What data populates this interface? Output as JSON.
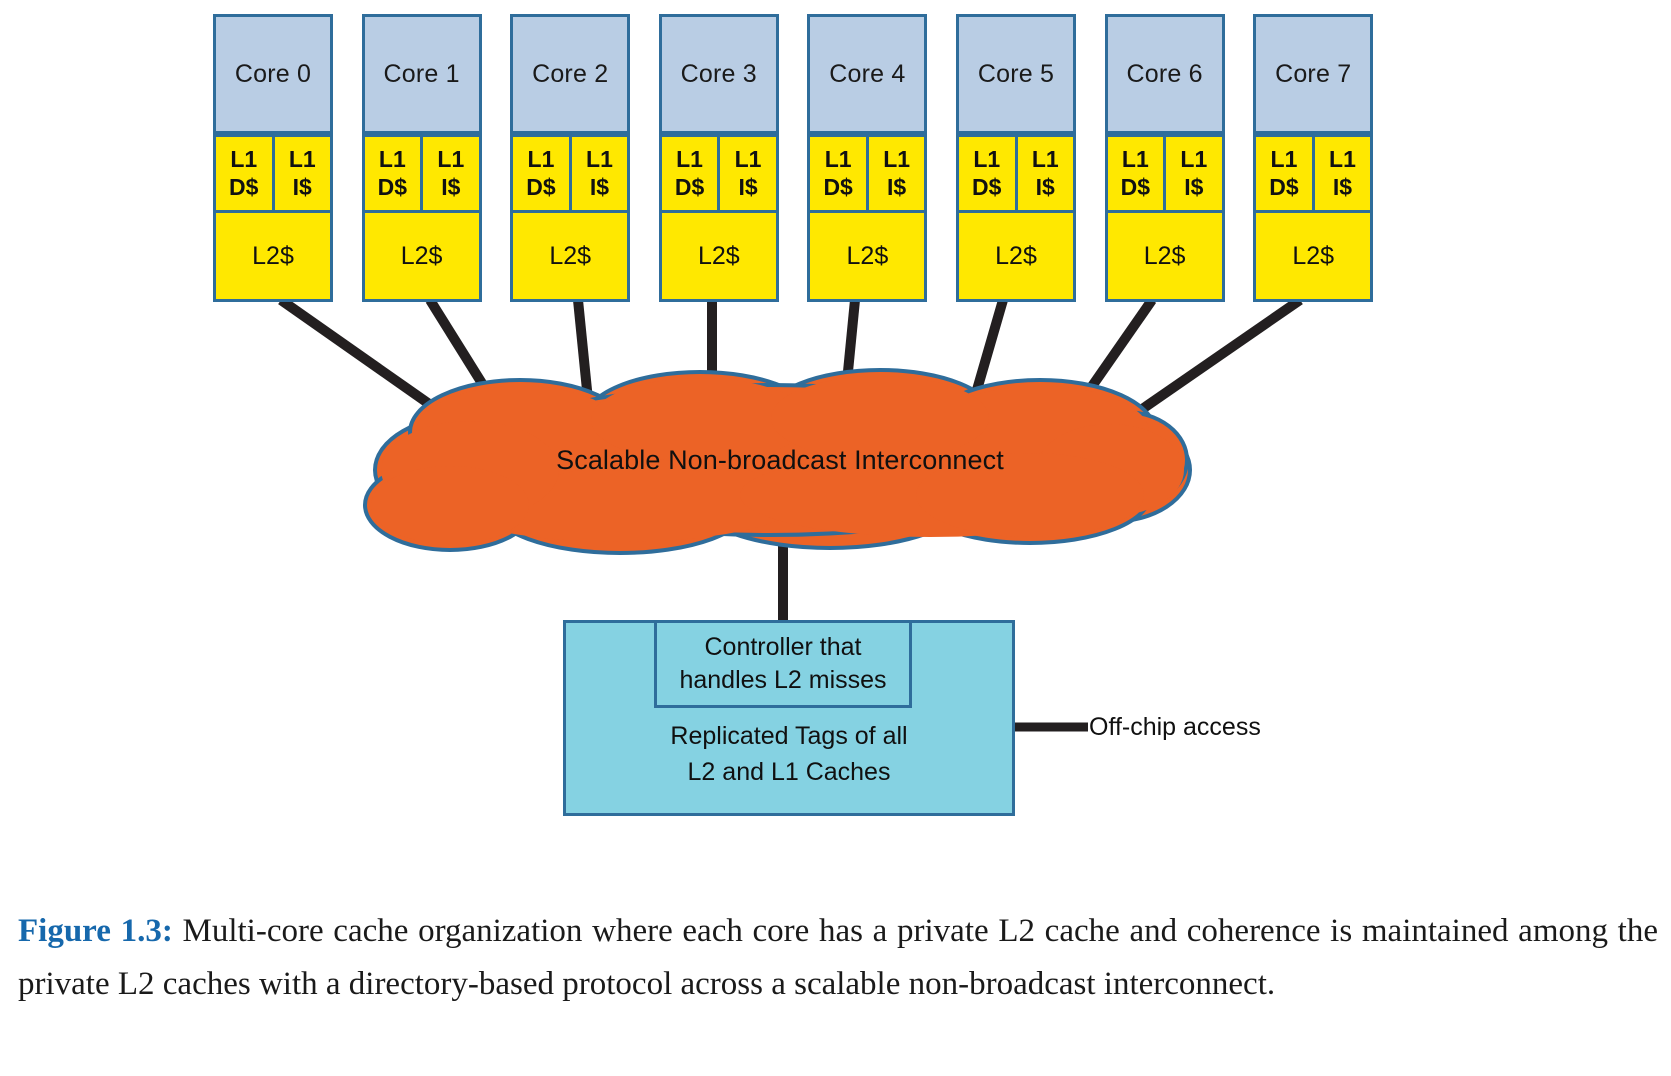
{
  "figure": {
    "number_label": "Figure 1.3:",
    "caption_text": "Multi-core cache organization where each core has a private L2 cache and coherence is maintained among the private L2 caches with a directory-based protocol across a scalable non-broadcast interconnect."
  },
  "colors": {
    "core_fill": "#b9cde4",
    "cache_fill": "#ffe800",
    "interconnect_fill": "#ec6326",
    "controller_fill": "#85d2e2",
    "outline": "#2f6d9b",
    "link": "#231f20",
    "caption_accent": "#1668ac"
  },
  "cores": [
    {
      "label": "Core 0",
      "l1_data": {
        "line1": "L1",
        "line2": "D$"
      },
      "l1_instr": {
        "line1": "L1",
        "line2": "I$"
      },
      "l2": "L2$"
    },
    {
      "label": "Core 1",
      "l1_data": {
        "line1": "L1",
        "line2": "D$"
      },
      "l1_instr": {
        "line1": "L1",
        "line2": "I$"
      },
      "l2": "L2$"
    },
    {
      "label": "Core 2",
      "l1_data": {
        "line1": "L1",
        "line2": "D$"
      },
      "l1_instr": {
        "line1": "L1",
        "line2": "I$"
      },
      "l2": "L2$"
    },
    {
      "label": "Core 3",
      "l1_data": {
        "line1": "L1",
        "line2": "D$"
      },
      "l1_instr": {
        "line1": "L1",
        "line2": "I$"
      },
      "l2": "L2$"
    },
    {
      "label": "Core 4",
      "l1_data": {
        "line1": "L1",
        "line2": "D$"
      },
      "l1_instr": {
        "line1": "L1",
        "line2": "I$"
      },
      "l2": "L2$"
    },
    {
      "label": "Core 5",
      "l1_data": {
        "line1": "L1",
        "line2": "D$"
      },
      "l1_instr": {
        "line1": "L1",
        "line2": "I$"
      },
      "l2": "L2$"
    },
    {
      "label": "Core 6",
      "l1_data": {
        "line1": "L1",
        "line2": "D$"
      },
      "l1_instr": {
        "line1": "L1",
        "line2": "I$"
      },
      "l2": "L2$"
    },
    {
      "label": "Core 7",
      "l1_data": {
        "line1": "L1",
        "line2": "D$"
      },
      "l1_instr": {
        "line1": "L1",
        "line2": "I$"
      },
      "l2": "L2$"
    }
  ],
  "interconnect": {
    "label": "Scalable Non-broadcast Interconnect",
    "shape": "cloud-icon"
  },
  "controller": {
    "inner_line1": "Controller that",
    "inner_line2": "handles L2 misses",
    "outer_line1": "Replicated Tags of all",
    "outer_line2": "L2 and L1 Caches"
  },
  "offchip": {
    "label": "Off-chip access"
  }
}
